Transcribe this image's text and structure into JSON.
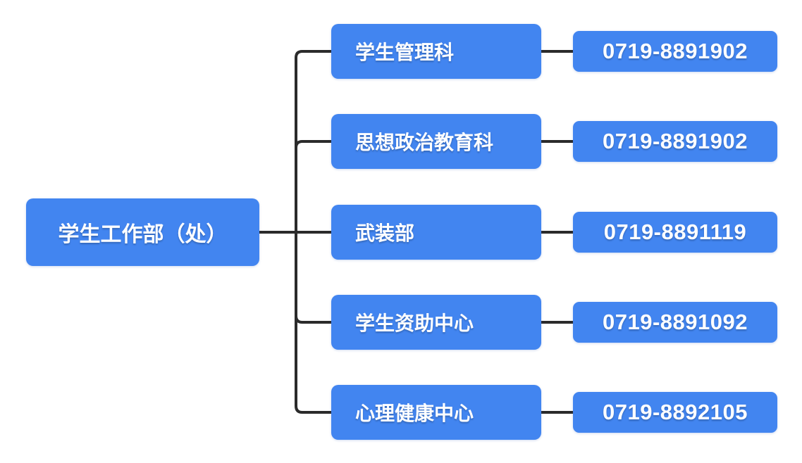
{
  "canvas": {
    "colors": {
      "node": "#4285f0",
      "line": "#2b2b2b",
      "text": "#ffffff",
      "background": "#ffffff"
    }
  },
  "tree": {
    "root": {
      "label": "学生工作部（处）"
    },
    "branches": [
      {
        "label": "学生管理科",
        "phone": "0719-8891902"
      },
      {
        "label": "思想政治教育科",
        "phone": "0719-8891902"
      },
      {
        "label": "武装部",
        "phone": "0719-8891119"
      },
      {
        "label": "学生资助中心",
        "phone": "0719-8891092"
      },
      {
        "label": "心理健康中心",
        "phone": "0719-8892105"
      }
    ]
  }
}
